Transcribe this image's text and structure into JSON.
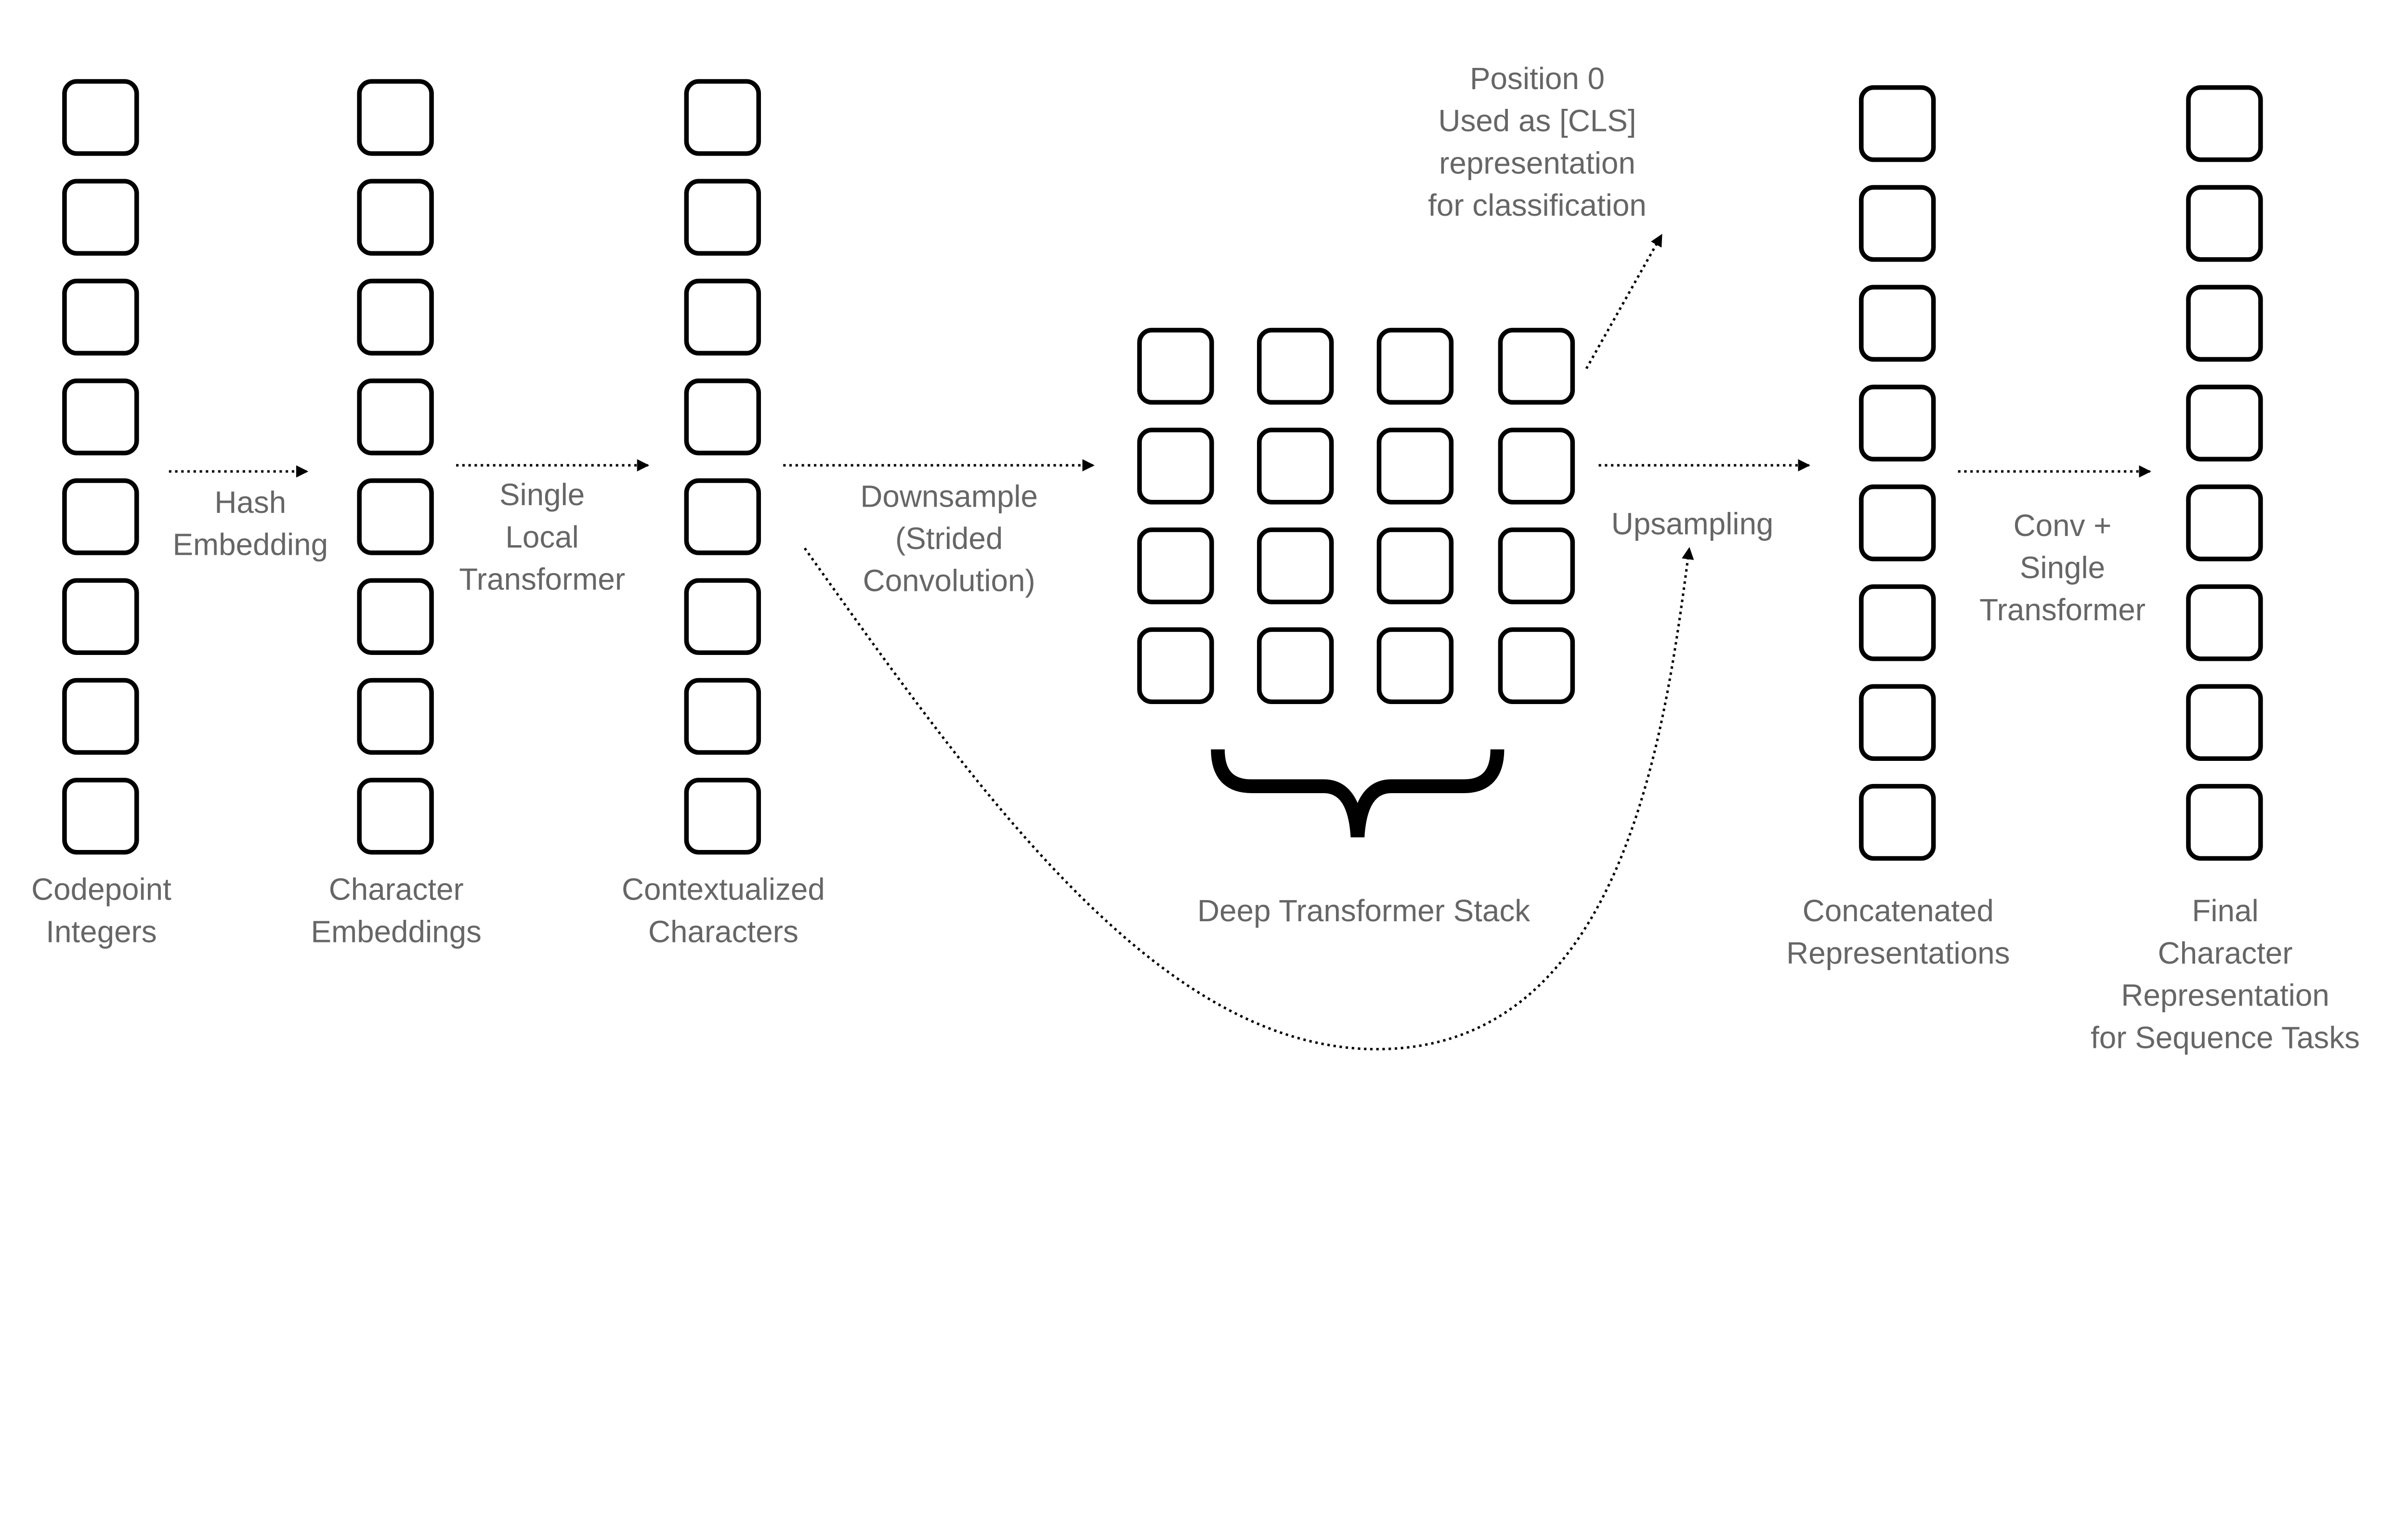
{
  "colors": {
    "text": "#666666",
    "stroke": "#000000",
    "background": "#ffffff"
  },
  "columns": [
    {
      "label": [
        "Codepoint",
        "Integers"
      ],
      "cells": 8
    },
    {
      "label": [
        "Character",
        "Embeddings"
      ],
      "cells": 8
    },
    {
      "label": [
        "Contextualized",
        "Characters"
      ],
      "cells": 8
    },
    {
      "label": [
        "Concatenated",
        "Representations"
      ],
      "cells": 8
    },
    {
      "label": [
        "Final",
        "Character",
        "Representation",
        "for Sequence Tasks"
      ],
      "cells": 8
    }
  ],
  "grid": {
    "label": [
      "Deep Transformer Stack"
    ],
    "rows": 4,
    "cols": 4
  },
  "steps": [
    {
      "label": [
        "Hash",
        "Embedding"
      ]
    },
    {
      "label": [
        "Single",
        "Local",
        "Transformer"
      ]
    },
    {
      "label": [
        "Downsample",
        "(Strided",
        "Convolution)"
      ]
    },
    {
      "label": [
        "Upsampling"
      ]
    },
    {
      "label": [
        "Conv +",
        "Single",
        "Transformer"
      ]
    }
  ],
  "cls_note": {
    "label": [
      "Position 0",
      "Used as [CLS]",
      "representation",
      "for classification"
    ]
  }
}
